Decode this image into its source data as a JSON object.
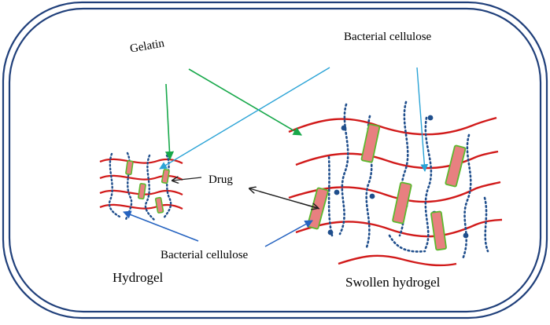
{
  "labels": {
    "gelatin": "Gelatin",
    "bacterial_cellulose_top": "Bacterial cellulose",
    "drug": "Drug",
    "bacterial_cellulose_bottom": "Bacterial cellulose",
    "hydrogel": "Hydrogel",
    "swollen_hydrogel": "Swollen hydrogel"
  },
  "colors": {
    "border": "#1f3f7a",
    "gelatin_strand": "#d11a1a",
    "cellulose_dots": "#1f4e8c",
    "cellulose_rod_fill": "#e88080",
    "cellulose_rod_outline": "#5cb82e",
    "arrow_gelatin": "#17a84a",
    "arrow_cellulose_top": "#2aa3d6",
    "arrow_cellulose_bottom": "#2563c0",
    "arrow_drug": "#222222"
  }
}
